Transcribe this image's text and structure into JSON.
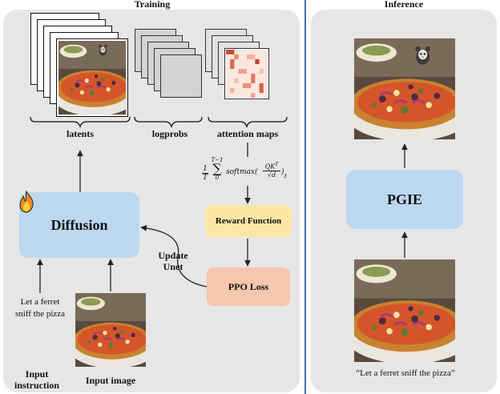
{
  "training": {
    "title": "Training",
    "latents_label": "latents",
    "logprobs_label": "logprobs",
    "attention_label": "attention maps",
    "diffusion_label": "Diffusion",
    "reward_label": "Reward Function",
    "ppo_label": "PPO Loss",
    "update_label_1": "Update",
    "update_label_2": "Unet",
    "prompt_line_1": "Let a ferret",
    "prompt_line_2": "sniff the pizza",
    "input_instruction_line_1": "Input",
    "input_instruction_line_2": "instruction",
    "input_image_label": "Input image",
    "formula": {
      "frac_num": "1",
      "frac_den": "T",
      "sum_top": "T−1",
      "sum_bottom": "0",
      "fn": "softmax(",
      "num": "QK",
      "num_sup": "T",
      "den": "√d",
      "close": ")",
      "sub": "t"
    }
  },
  "inference": {
    "title": "Inference",
    "pgie_label": "PGIE",
    "caption": "“Let a ferret sniff the pizza”"
  },
  "colors": {
    "panel": "#e6e6e6",
    "diffusion_box": "#bcd8f0",
    "pgie_box": "#bcd8f0",
    "reward_box": "#fbe6a6",
    "ppo_box": "#f6c6ad",
    "divider": "#3d6fb5"
  },
  "icons": [
    "fire-icon",
    "pizza-image",
    "ferret-pizza-image",
    "attention-heatmap"
  ]
}
